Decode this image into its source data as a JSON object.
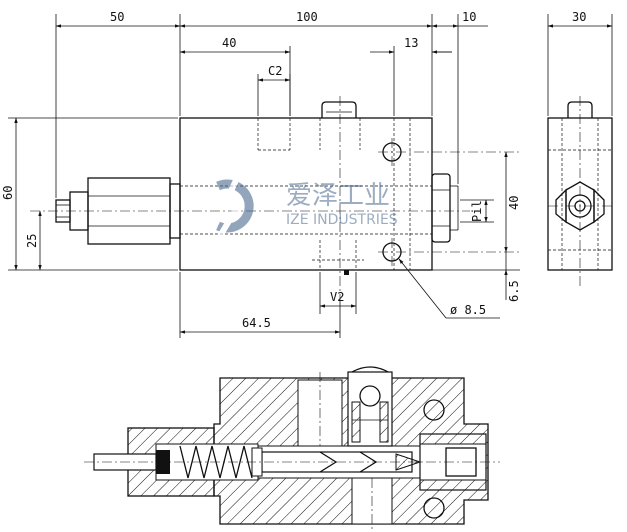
{
  "dimensions": {
    "d50": "50",
    "d100": "100",
    "d10": "10",
    "d30": "30",
    "d40_top": "40",
    "d13": "13",
    "c2": "C2",
    "d60": "60",
    "d25": "25",
    "d40_right": "40",
    "pil": "Pil",
    "d6_5": "6.5",
    "v2": "V2",
    "d64_5": "64.5",
    "dia8_5": "ø 8.5"
  },
  "watermark": {
    "cn": "爱泽工业",
    "en": "IZE INDUSTRIES"
  },
  "colors": {
    "line": "#111111",
    "watermark": "#4d6a8f"
  }
}
